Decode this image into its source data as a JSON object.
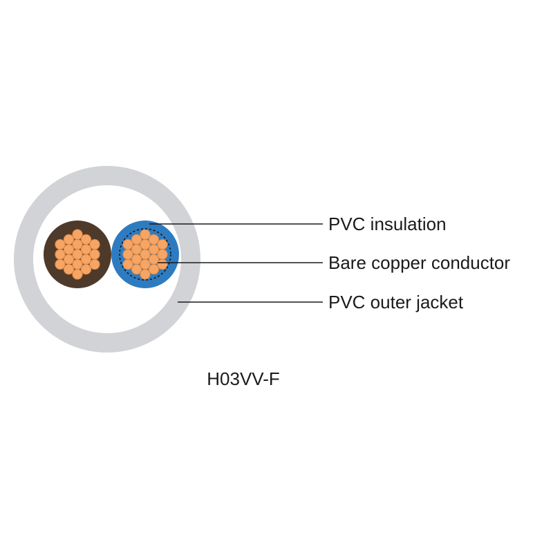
{
  "diagram": {
    "caption": "H03VV-F",
    "labels": [
      {
        "text": "PVC insulation"
      },
      {
        "text": "Bare copper conductor"
      },
      {
        "text": "PVC outer jacket"
      }
    ],
    "colors": {
      "background": "#ffffff",
      "jacket_gray": "#d2d3d6",
      "insulation_brown": "#4e3a2a",
      "insulation_blue": "#2e7bc0",
      "copper_fill": "#f5a566",
      "copper_stroke": "#d9843f",
      "leader_line": "#1a1a1a",
      "dashed_ring": "#111111"
    }
  }
}
